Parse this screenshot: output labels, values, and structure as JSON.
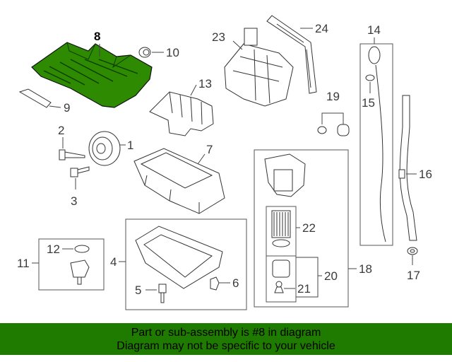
{
  "diagram": {
    "callouts": {
      "c1": "1",
      "c2": "2",
      "c3": "3",
      "c4": "4",
      "c5": "5",
      "c6": "6",
      "c7": "7",
      "c8": "8",
      "c9": "9",
      "c10": "10",
      "c11": "11",
      "c12": "12",
      "c13": "13",
      "c14": "14",
      "c15": "15",
      "c16": "16",
      "c17": "17",
      "c18": "18",
      "c19": "19",
      "c20": "20",
      "c21": "21",
      "c22": "22",
      "c23": "23",
      "c24": "24"
    },
    "highlight_color": "#2e8a00"
  },
  "banner": {
    "line1": "Part or sub-assembly is #8 in diagram",
    "line2": "Diagram may not be specific to your vehicle",
    "background": "#1f7a00"
  }
}
